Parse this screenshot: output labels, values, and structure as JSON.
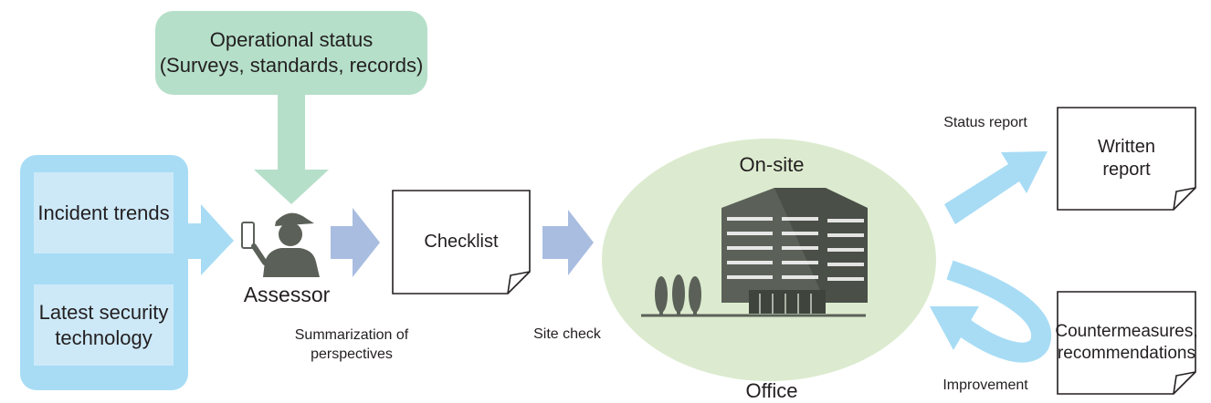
{
  "inputs": {
    "incident_trends": "Incident trends",
    "security_line1": "Latest security",
    "security_line2": "technology"
  },
  "operational_status": {
    "line1": "Operational status",
    "line2": "(Surveys, standards, records)"
  },
  "assessor_label": "Assessor",
  "summarization": {
    "line1": "Summarization of",
    "line2": "perspectives"
  },
  "checklist_label": "Checklist",
  "site_check_label": "Site check",
  "on_site_label": "On-site",
  "office_label": "Office",
  "status_report_label": "Status report",
  "written_report": {
    "line1": "Written",
    "line2": "report"
  },
  "countermeasures": {
    "line1": "Countermeasures,",
    "line2": "recommendations"
  },
  "improvement_label": "Improvement",
  "colors": {
    "input_panel": "#a8dcf5",
    "input_box": "#cde9f8",
    "operational_box": "#b5dfc9",
    "purple_arrow": "#a9bde0",
    "blue_arrow": "#a8dcf5",
    "ellipse": "#dcebcf",
    "building": "#5b6158"
  }
}
